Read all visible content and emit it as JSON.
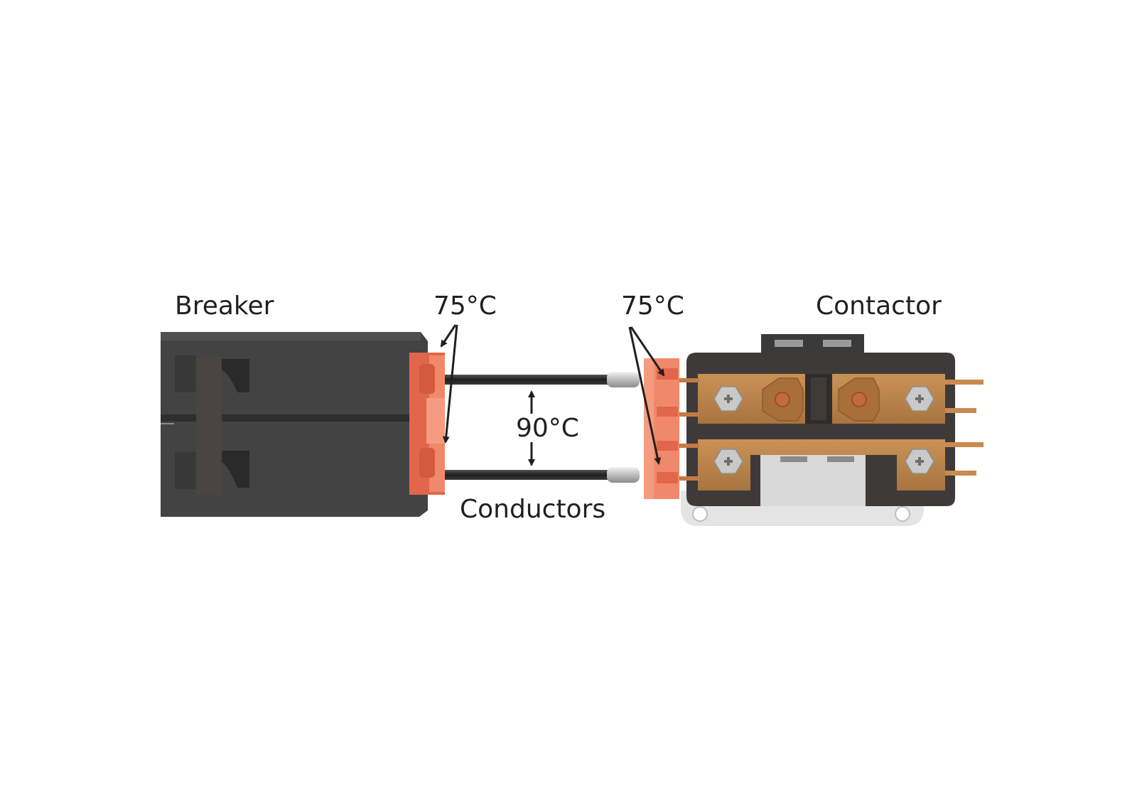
{
  "labels": {
    "breaker": "Breaker",
    "contactor": "Contactor",
    "breaker_terminal_temp": "75°C",
    "contactor_terminal_temp": "75°C",
    "conductor_temp": "90°C",
    "conductors": "Conductors"
  },
  "colors": {
    "breaker_body": "#434343",
    "terminal_block": "#f0896a",
    "terminal_block_dark": "#e2664a",
    "conductor": "#2b2b2b",
    "contactor_frame": "#3d3a39",
    "contactor_plate": "#b9824b",
    "contactor_base": "#e4e4e4",
    "rivet": "#c46a3c",
    "screw": "#c9c9c9",
    "label_text": "#231f20"
  }
}
